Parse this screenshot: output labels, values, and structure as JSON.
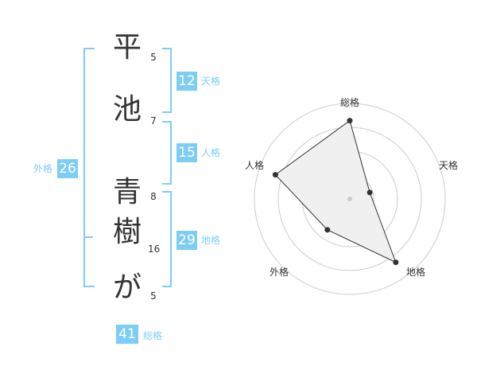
{
  "name": {
    "chars": [
      "平",
      "池",
      "青",
      "樹",
      "が"
    ],
    "strokes": [
      5,
      7,
      8,
      16,
      5
    ]
  },
  "fortunes": {
    "tenkaku": {
      "value": "12",
      "label": "天格"
    },
    "jinkaku": {
      "value": "15",
      "label": "人格"
    },
    "chikaku": {
      "value": "29",
      "label": "地格"
    },
    "gaikaku": {
      "value": "26",
      "label": "外格"
    },
    "soukaku": {
      "value": "41",
      "label": "総格"
    }
  },
  "chart_data": {
    "type": "radar",
    "axes": [
      "総格",
      "天格",
      "地格",
      "外格",
      "人格"
    ],
    "values": [
      0.82,
      0.22,
      0.82,
      0.4,
      0.82
    ],
    "rings": 4,
    "colors": {
      "fill": "#f0f0f0",
      "line": "#333333",
      "grid": "#cccccc",
      "dot": "#333333"
    }
  }
}
